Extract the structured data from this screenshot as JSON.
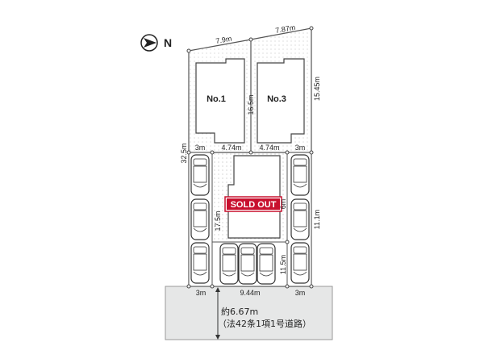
{
  "compass": {
    "icon": "north-arrow-icon",
    "label": "N"
  },
  "lots": [
    {
      "label": "No.1",
      "sold": false
    },
    {
      "label": "No.3",
      "sold": false
    },
    {
      "label": "SOLD OUT",
      "sold": true
    }
  ],
  "dimensions": {
    "top_left": "7.9m",
    "top_right": "7.87m",
    "right_depth": "15.45m",
    "center_depth": "16.5m",
    "left_total": "32.5m",
    "upper_left_access": "3m",
    "upper_lot1_width": "4.74m",
    "upper_lot3_width": "4.74m",
    "upper_right_access": "3m",
    "sold_lot_depth": "17.5m",
    "sold_lot_small": "6m",
    "right_access_length": "11.1m",
    "parking_depth": "11.5m",
    "bottom_left": "3m",
    "bottom_center": "9.44m",
    "bottom_right": "3m"
  },
  "road": {
    "width": "約6.67m",
    "type": "（法42条1項1号道路）"
  },
  "colors": {
    "sold_out": "#c8102e",
    "road": "#e6e7e7",
    "line": "#555555"
  }
}
